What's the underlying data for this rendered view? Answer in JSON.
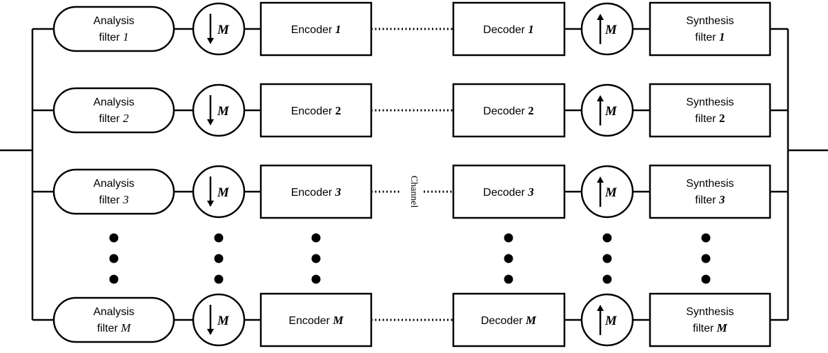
{
  "channel_label": "Channel",
  "analysis_word": "Analysis",
  "filter_word": "filter",
  "synthesis_word": "Synthesis",
  "encoder_word": "Encoder",
  "decoder_word": "Decoder",
  "decimation_factor": "M",
  "rows": [
    {
      "analysis_index": "1",
      "encoder_index": "1",
      "decoder_index": "1",
      "synthesis_index": "1"
    },
    {
      "analysis_index": "2",
      "encoder_index": "2",
      "decoder_index": "2",
      "synthesis_index": "2"
    },
    {
      "analysis_index": "3",
      "encoder_index": "3",
      "decoder_index": "3",
      "synthesis_index": "3"
    },
    {
      "analysis_index": "M",
      "encoder_index": "M",
      "decoder_index": "M",
      "synthesis_index": "M"
    }
  ]
}
